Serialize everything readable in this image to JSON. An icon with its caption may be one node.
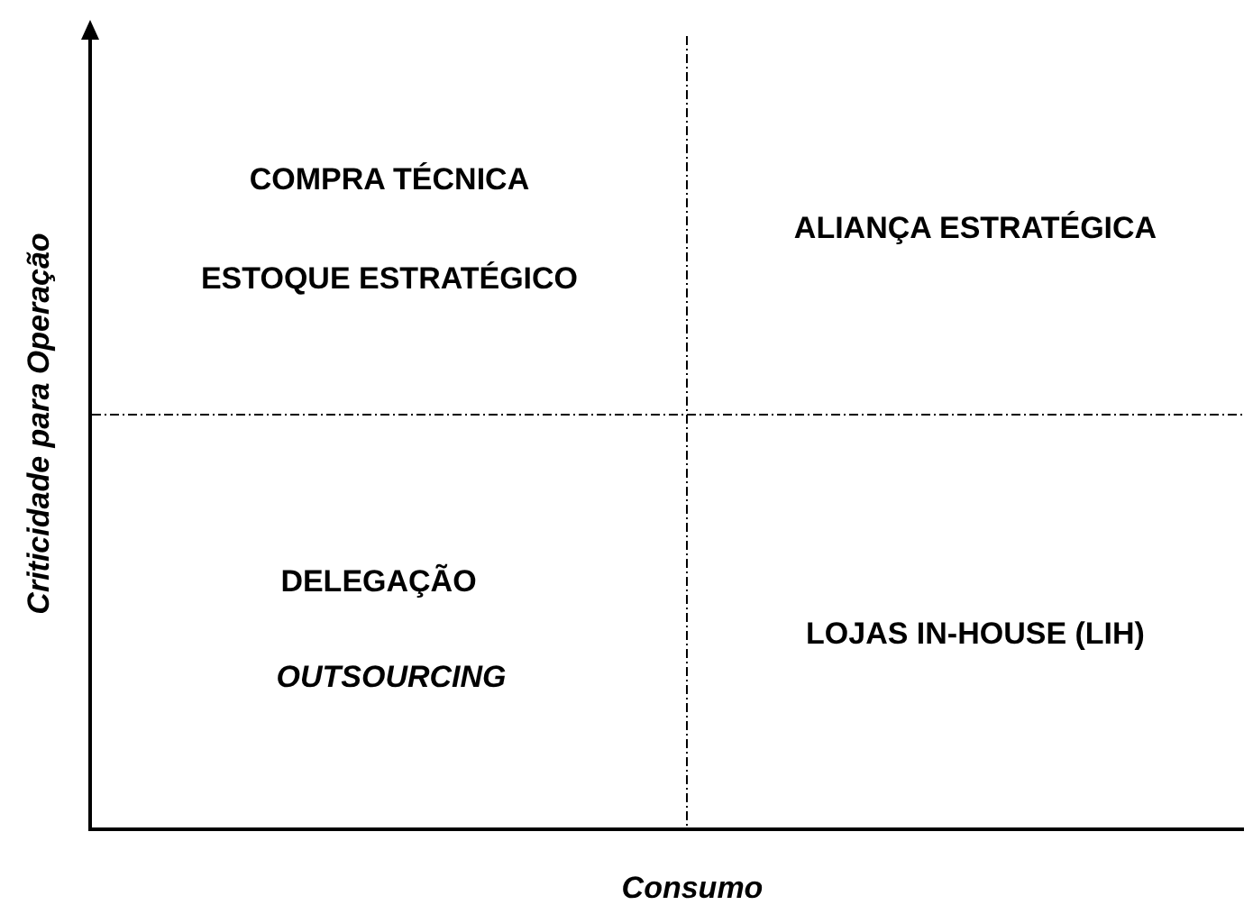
{
  "diagram": {
    "labels": [
      "COMPRA TÉCNICA",
      "ESTOQUE ESTRATÉGICO",
      "ALIANÇA ESTRATÉGICA",
      "DELEGAÇÃO",
      "OUTSOURCING",
      "LOJAS IN-HOUSE (LIH)",
      "Criticidade para Operação",
      "Consumo"
    ]
  }
}
